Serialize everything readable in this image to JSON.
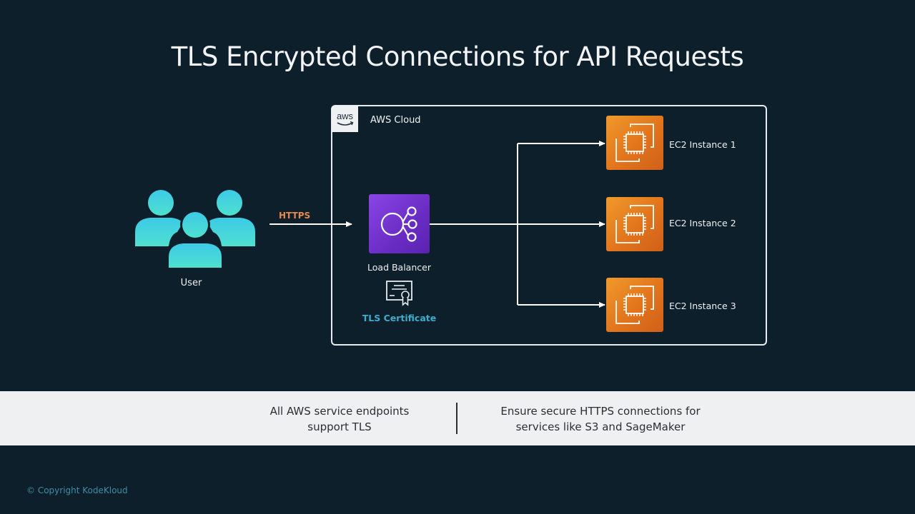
{
  "title": "TLS Encrypted Connections for API Requests",
  "cloud": {
    "logo_text": "aws",
    "label": "AWS Cloud"
  },
  "user": {
    "label": "User",
    "icon": "users-group-icon"
  },
  "connection": {
    "protocol_label": "HTTPS"
  },
  "load_balancer": {
    "label": "Load Balancer",
    "icon": "load-balancer-icon",
    "color": "#7b3ad9"
  },
  "certificate": {
    "label": "TLS Certificate",
    "icon": "certificate-icon",
    "color": "#3aaecd"
  },
  "instances": [
    {
      "label": "EC2 Instance 1",
      "icon": "ec2-chip-icon"
    },
    {
      "label": "EC2 Instance 2",
      "icon": "ec2-chip-icon"
    },
    {
      "label": "EC2 Instance 3",
      "icon": "ec2-chip-icon"
    }
  ],
  "colors": {
    "background": "#0e1f2c",
    "https": "#e8894a",
    "ec2": "#e87a20",
    "user": "#3cc4e0"
  },
  "footer_band": {
    "left_lines": [
      "All AWS service endpoints",
      "support TLS"
    ],
    "right_lines": [
      "Ensure secure HTTPS connections for",
      "services like S3 and SageMaker"
    ]
  },
  "copyright": "© Copyright KodeKloud"
}
